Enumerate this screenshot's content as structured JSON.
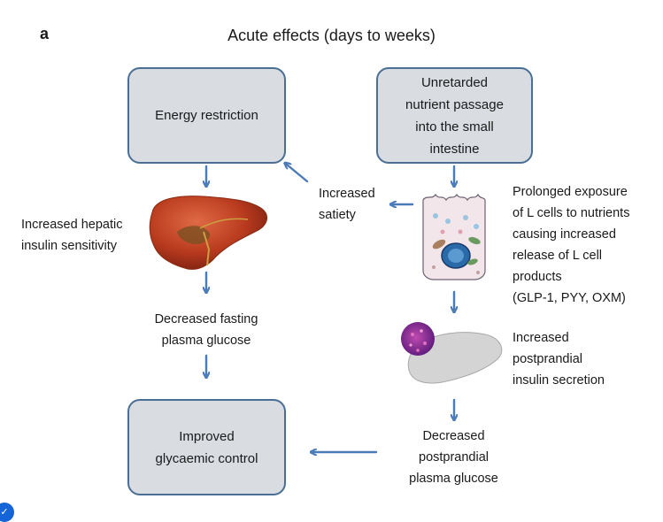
{
  "panel": {
    "letter": "a",
    "title": "Acute effects (days to weeks)"
  },
  "boxes": {
    "energy_restriction": "Energy restriction",
    "unretarded_passage": "Unretarded\nnutrient passage\ninto the small\nintestine",
    "improved_control": "Improved\nglycaemic control"
  },
  "labels": {
    "increased_satiety": "Increased\nsatiety",
    "hepatic_sensitivity": "Increased hepatic\ninsulin sensitivity",
    "decreased_fasting": "Decreased fasting\nplasma glucose",
    "l_cell_exposure": "Prolonged exposure\nof L cells to nutrients\ncausing increased\nrelease of L cell\nproducts\n(GLP-1, PYY, OXM)",
    "insulin_secretion": "Increased\npostprandial\ninsulin secretion",
    "decreased_postprandial": "Decreased\npostprandial\nplasma glucose"
  },
  "colors": {
    "arrow": "#4a7ab8",
    "box_fill": "#d9dde2",
    "box_border": "#4a6f95",
    "liver": "#b83a1e",
    "cell": "#f3e6ea",
    "pancreas": "#d4d4d4",
    "islet": "#7a2a8a"
  },
  "icons": [
    "liver-illustration",
    "l-cell-illustration",
    "pancreas-illustration",
    "verified-badge-icon"
  ]
}
